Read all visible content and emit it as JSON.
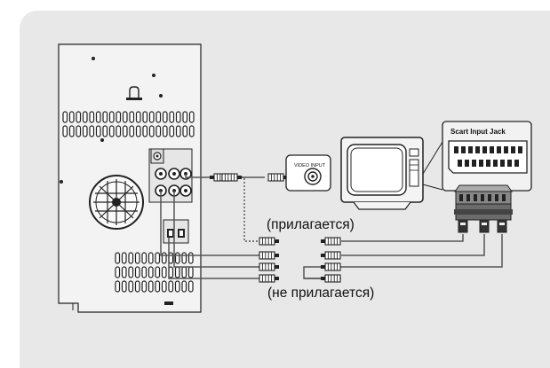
{
  "labels": {
    "supplied": "(прилагается)",
    "not_supplied": "(не прилагается)",
    "video_input": "VIDEO INPUT",
    "scart_input_jack": "Scart Input Jack"
  }
}
